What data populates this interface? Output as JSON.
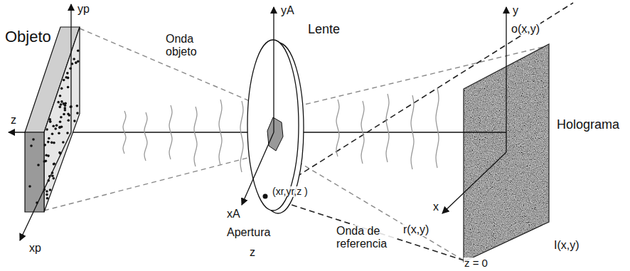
{
  "diagram": {
    "labels": [
      "Objeto",
      "yp",
      "z",
      "xp",
      "Onda objeto",
      "yA",
      "Lente",
      "xA",
      "Apertura",
      "(xr,yr,z )",
      "z",
      "Onda de referencia",
      "r(x,y)",
      "y",
      "o(x,y)",
      "Holograma",
      "x",
      "I(x,y)",
      "z = 0"
    ]
  }
}
